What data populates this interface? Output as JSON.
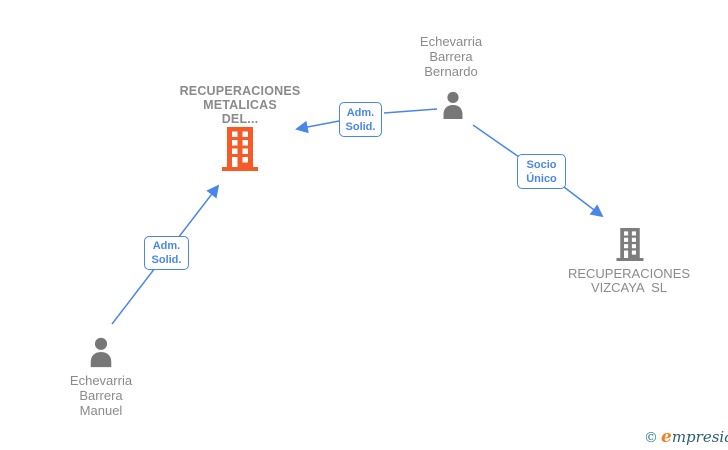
{
  "diagram": {
    "type": "corporate-relationship-graph",
    "nodes": {
      "person_top": {
        "kind": "person",
        "label": "Echevarria\nBarrera\nBernardo"
      },
      "company_main": {
        "kind": "company",
        "label": "RECUPERACIONES\nMETALICAS\nDEL...",
        "highlight_color": "#f45b29"
      },
      "company_right": {
        "kind": "company",
        "label": "RECUPERACIONES\nVIZCAYA  SL"
      },
      "person_bottom": {
        "kind": "person",
        "label": "Echevarria\nBarrera\nManuel"
      }
    },
    "edges": [
      {
        "from": "person_top",
        "to": "company_main",
        "label": "Adm.\nSolid."
      },
      {
        "from": "person_top",
        "to": "company_right",
        "label": "Socio\nÚnico"
      },
      {
        "from": "person_bottom",
        "to": "company_main",
        "label": "Adm.\nSolid."
      }
    ],
    "colors": {
      "edge_blue": "#4a86e8",
      "label_gray": "#8a8a8a",
      "icon_gray": "#7d7d7d",
      "company_orange": "#f45b29"
    }
  },
  "footer": {
    "copyright_symbol": "©",
    "brand_first_letter": "e",
    "brand_rest": "mpresia"
  }
}
